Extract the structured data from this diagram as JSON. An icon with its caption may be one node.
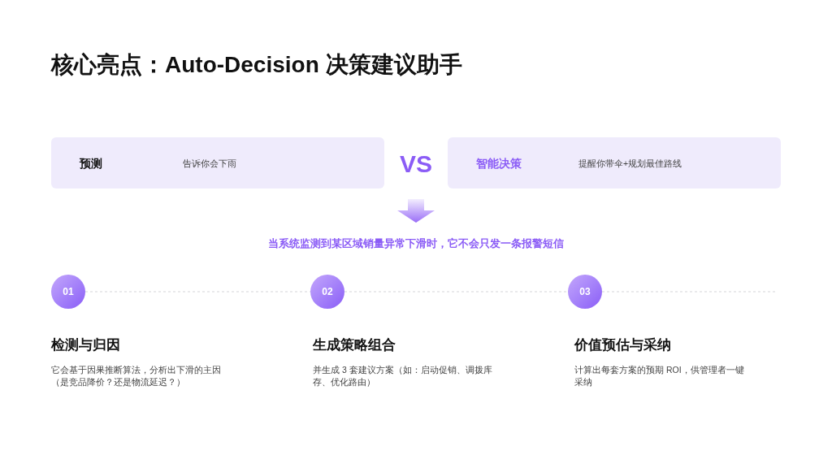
{
  "diagram": {
    "title": "核心亮点：Auto-Decision 决策建议助手",
    "nodes": [
      {
        "text": [
          "预测",
          "告诉你会下雨"
        ]
      },
      {
        "text": [
          "智能决策",
          "提醒你带伞+规划最佳路线"
        ]
      },
      {
        "text": [
          "01"
        ],
        "beside": [
          "检测与归因",
          "它会基于因果推断算法，分析出下滑的主因（是竞品降价？还是物流延迟？）"
        ]
      },
      {
        "text": [
          "02"
        ],
        "beside": [
          "生成策略组合",
          "并生成 3 套建议方案（如：启动促销、调拨库存、优化路由）"
        ]
      },
      {
        "text": [
          "03"
        ],
        "beside": [
          "价值预估与采纳",
          "计算出每套方案的预期 ROI，供管理者一键采纳"
        ]
      }
    ],
    "edges": [
      {
        "from": 2,
        "to": 3,
        "arrow": "none",
        "style": "dashed"
      },
      {
        "from": 3,
        "to": 4,
        "arrow": "none",
        "style": "dashed"
      },
      {
        "from": 4,
        "to": null,
        "arrow": "none",
        "style": "dashed"
      }
    ],
    "labels": [
      "VS",
      "当系统监测到某区域销量异常下滑时，它不会只发一条报警短信"
    ]
  }
}
